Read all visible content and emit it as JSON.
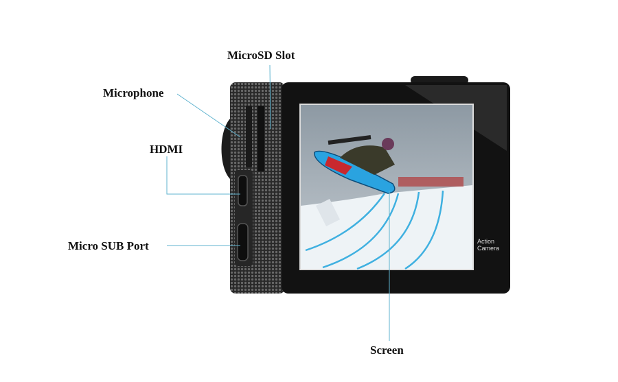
{
  "labels": {
    "microsd": "MicroSD Slot",
    "microphone": "Microphone",
    "hdmi": "HDMI",
    "usb": "Micro SUB Port",
    "screen": "Screen"
  },
  "device": {
    "brand_line1": "Action",
    "brand_line2": "Camera"
  },
  "colors": {
    "leader_line": "#5fb3cf",
    "body": "#141414",
    "screen_sky": "#9eaab4",
    "snow": "#eef3f6",
    "board": "#2aa3e0"
  }
}
